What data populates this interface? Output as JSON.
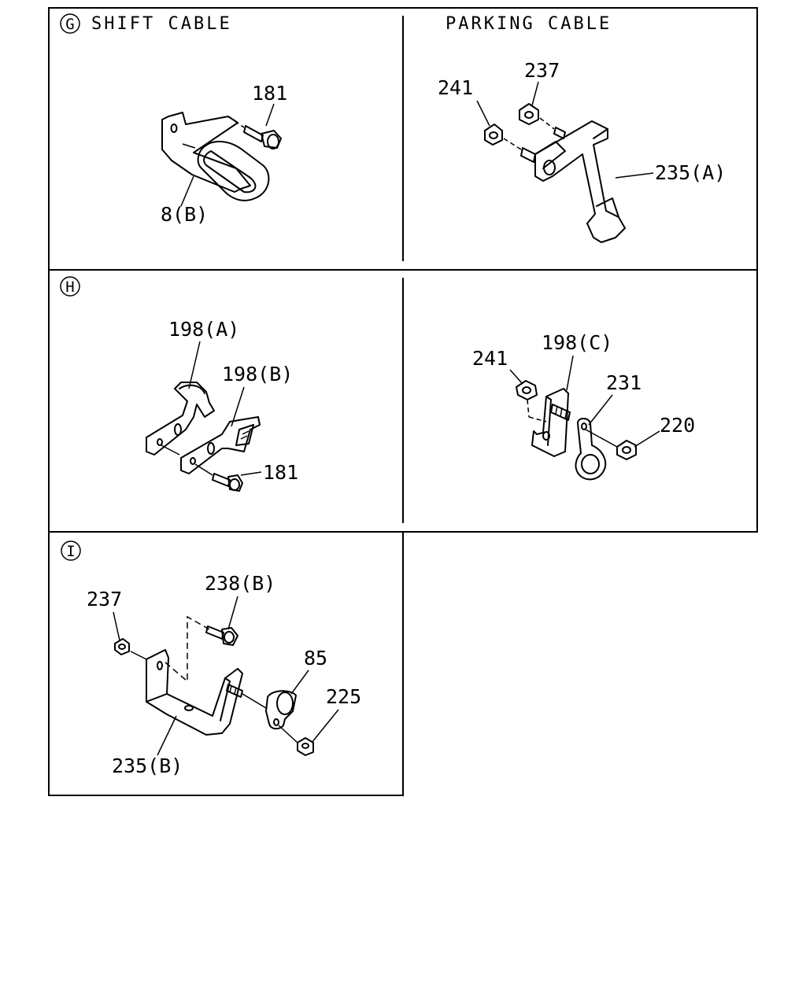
{
  "sections": {
    "g": {
      "marker": "G",
      "title_left": "SHIFT CABLE",
      "title_right": "PARKING CABLE",
      "left_callouts": [
        "181",
        "8(B)"
      ],
      "right_callouts": [
        "241",
        "237",
        "235(A)"
      ]
    },
    "h": {
      "marker": "H",
      "left_callouts": [
        "198(A)",
        "198(B)",
        "181"
      ],
      "right_callouts": [
        "241",
        "198(C)",
        "231",
        "220"
      ]
    },
    "i": {
      "marker": "I",
      "callouts": [
        "237",
        "238(B)",
        "85",
        "225",
        "235(B)"
      ]
    }
  }
}
